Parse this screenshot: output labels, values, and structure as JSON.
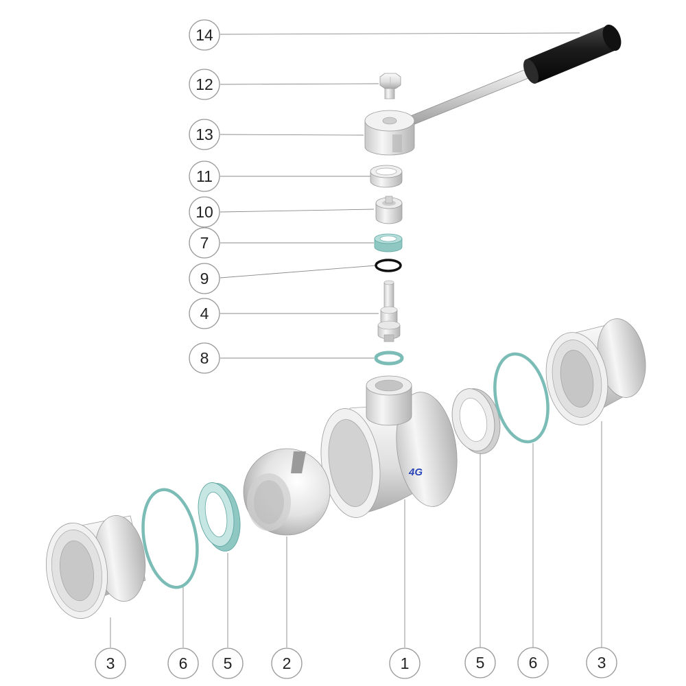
{
  "figure": {
    "brand_mark": "4G",
    "colors": {
      "metal_light": "#f4f4f4",
      "metal_mid": "#d6d6d6",
      "metal_dark": "#9e9e9e",
      "seal_teal": "#8fc7c3",
      "seal_teal_dark": "#5fa6a2",
      "oring_black": "#111111",
      "handle_grip": "#1c1c1c",
      "brand_blue": "#2a46b8",
      "callout_stroke": "#999999",
      "leader_line": "#8a8a8a"
    }
  },
  "callouts": [
    {
      "id": "c14",
      "label": "14",
      "part": "handle"
    },
    {
      "id": "c12",
      "label": "12",
      "part": "hex-bolt"
    },
    {
      "id": "c13",
      "label": "13",
      "part": "handle-hub"
    },
    {
      "id": "c11",
      "label": "11",
      "part": "nut"
    },
    {
      "id": "c10",
      "label": "10",
      "part": "stem-bushing"
    },
    {
      "id": "c7",
      "label": "7",
      "part": "stem-seal"
    },
    {
      "id": "c9",
      "label": "9",
      "part": "o-ring"
    },
    {
      "id": "c4",
      "label": "4",
      "part": "stem"
    },
    {
      "id": "c8",
      "label": "8",
      "part": "stem-washer"
    },
    {
      "id": "c3a",
      "label": "3",
      "part": "end-connector-left"
    },
    {
      "id": "c6a",
      "label": "6",
      "part": "gasket-left"
    },
    {
      "id": "c5a",
      "label": "5",
      "part": "seat-ring-left"
    },
    {
      "id": "c2",
      "label": "2",
      "part": "ball"
    },
    {
      "id": "c1",
      "label": "1",
      "part": "valve-body"
    },
    {
      "id": "c5b",
      "label": "5",
      "part": "seat-ring-right"
    },
    {
      "id": "c6b",
      "label": "6",
      "part": "gasket-right"
    },
    {
      "id": "c3b",
      "label": "3",
      "part": "end-connector-right"
    }
  ]
}
